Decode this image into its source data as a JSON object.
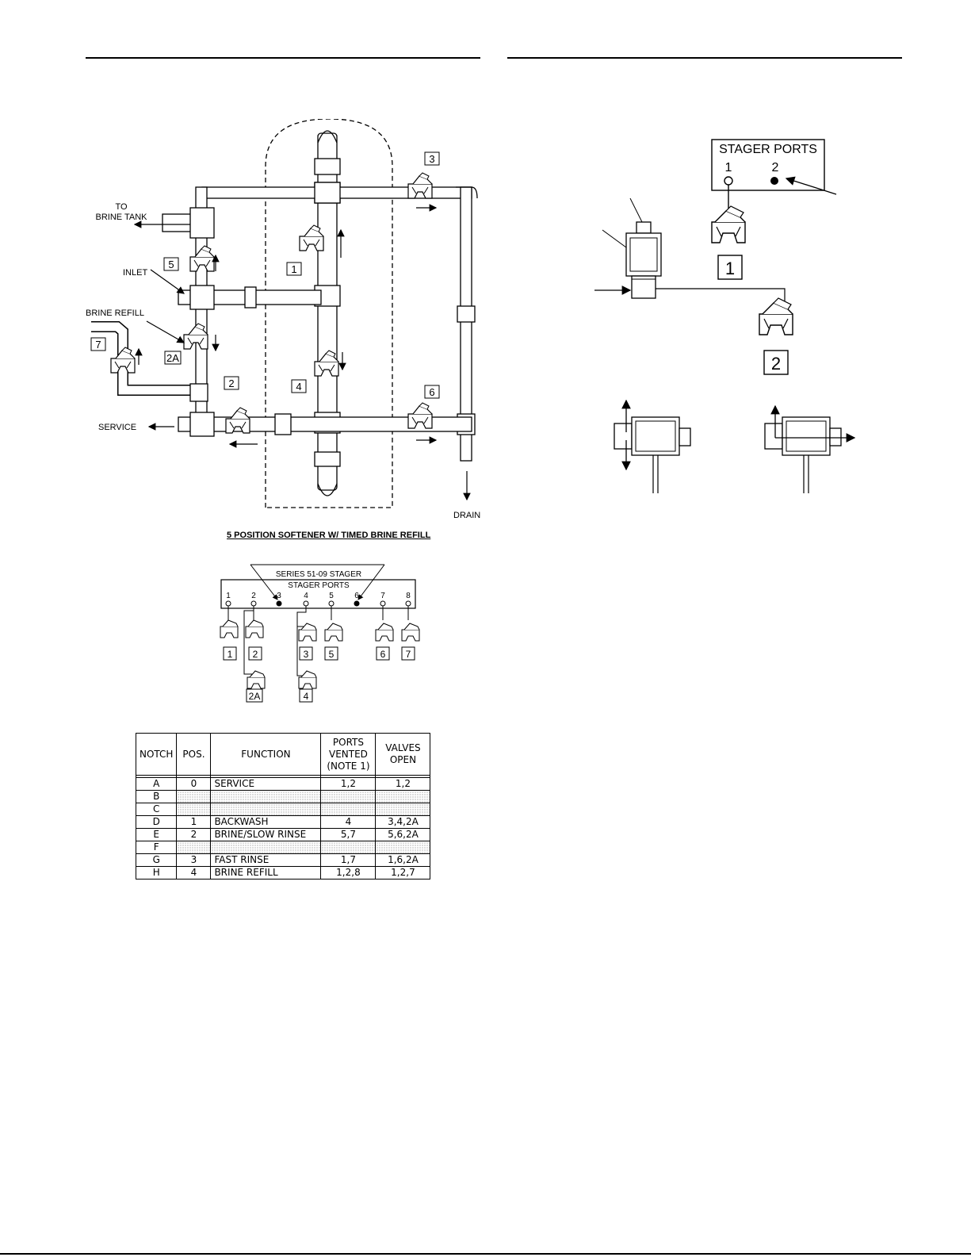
{
  "left_diagram": {
    "labels": {
      "to_brine_tank": [
        "TO",
        "BRINE TANK"
      ],
      "inlet": "INLET",
      "brine_refill": "BRINE REFILL",
      "service": "SERVICE",
      "drain": "DRAIN"
    },
    "valves": [
      "1",
      "2",
      "2A",
      "3",
      "4",
      "5",
      "6",
      "7"
    ],
    "caption": "5 POSITION SOFTENER W/ TIMED BRINE REFILL"
  },
  "stager": {
    "title": "SERIES 51-09 STAGER",
    "subtitle": "STAGER PORTS",
    "ports": [
      "1",
      "2",
      "3",
      "4",
      "5",
      "6",
      "7",
      "8"
    ],
    "valve_labels": [
      "1",
      "2",
      "3",
      "5",
      "6",
      "7",
      "2A",
      "4"
    ]
  },
  "table": {
    "headers": [
      "NOTCH",
      "POS.",
      "FUNCTION",
      "PORTS VENTED (NOTE 1)",
      "VALVES OPEN"
    ],
    "rows": [
      {
        "notch": "A",
        "pos": "0",
        "function": "SERVICE",
        "ports": "1,2",
        "valves": "1,2",
        "blank": false
      },
      {
        "notch": "B",
        "pos": "",
        "function": "",
        "ports": "",
        "valves": "",
        "blank": true
      },
      {
        "notch": "C",
        "pos": "",
        "function": "",
        "ports": "",
        "valves": "",
        "blank": true
      },
      {
        "notch": "D",
        "pos": "1",
        "function": "BACKWASH",
        "ports": "4",
        "valves": "3,4,2A",
        "blank": false
      },
      {
        "notch": "E",
        "pos": "2",
        "function": "BRINE/SLOW RINSE",
        "ports": "5,7",
        "valves": "5,6,2A",
        "blank": false
      },
      {
        "notch": "F",
        "pos": "",
        "function": "",
        "ports": "",
        "valves": "",
        "blank": true
      },
      {
        "notch": "G",
        "pos": "3",
        "function": "FAST RINSE",
        "ports": "1,7",
        "valves": "1,6,2A",
        "blank": false
      },
      {
        "notch": "H",
        "pos": "4",
        "function": "BRINE REFILL",
        "ports": "1,2,8",
        "valves": "1,2,7",
        "blank": false
      }
    ]
  },
  "right_diagram": {
    "title": "STAGER PORTS",
    "ports": [
      "1",
      "2"
    ],
    "valve_labels": [
      "1",
      "2"
    ]
  }
}
